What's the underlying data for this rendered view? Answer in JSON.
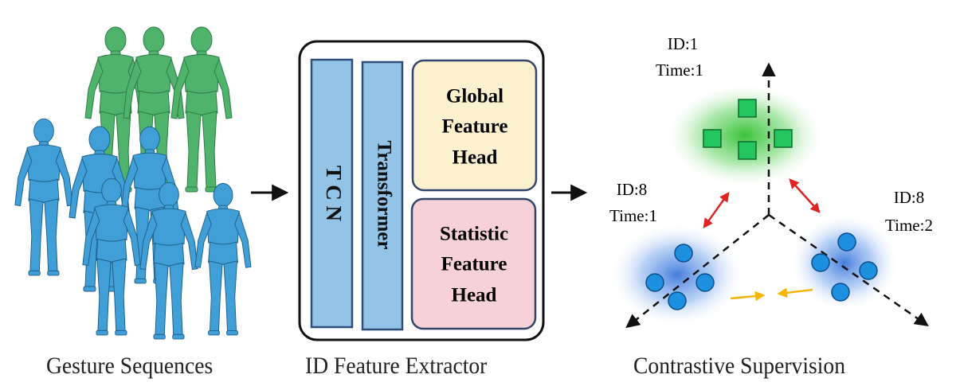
{
  "sections": {
    "gestures": {
      "caption": "Gesture Sequences"
    },
    "extractor": {
      "caption": "ID Feature Extractor",
      "blocks": {
        "tcn": "T C N",
        "transformer": "Transformer",
        "global_head": [
          "Global",
          "Feature",
          "Head"
        ],
        "statistic_head": [
          "Statistic",
          "Feature",
          "Head"
        ]
      }
    },
    "contrastive": {
      "caption": "Contrastive Supervision",
      "labels": {
        "green": {
          "id": "ID:1",
          "time": "Time:1"
        },
        "blue_left": {
          "id": "ID:8",
          "time": "Time:1"
        },
        "blue_right": {
          "id": "ID:8",
          "time": "Time:2"
        }
      }
    }
  },
  "colors": {
    "green_figure": "#4fb36c",
    "blue_figure": "#3f9fd6",
    "column_fill": "#93c3e6",
    "column_stroke": "#2f4f7a",
    "global_fill": "#fbf1cf",
    "statistic_fill": "#f6d1d8",
    "head_stroke": "#33456b",
    "green_square": "#22c55e",
    "blue_dot": "#1e90e0",
    "red_arrow": "#e02424",
    "yellow_arrow": "#f5b400"
  }
}
